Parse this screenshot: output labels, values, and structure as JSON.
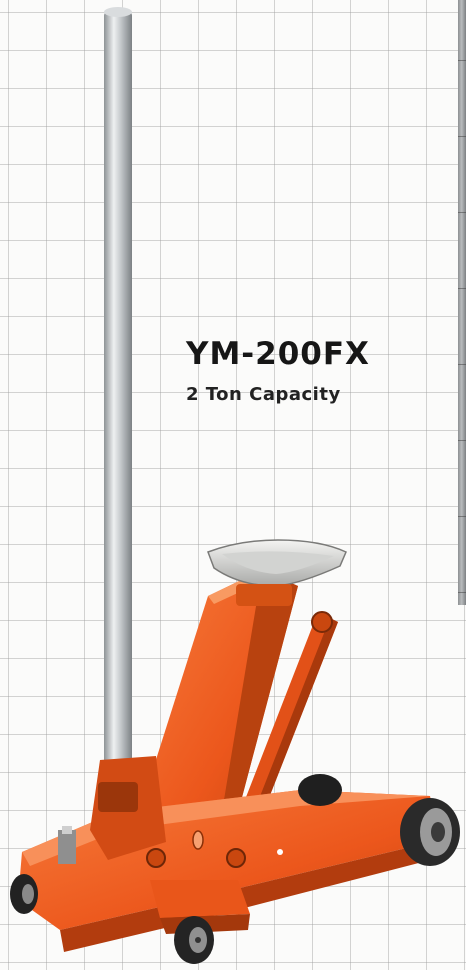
{
  "product": {
    "model": "YM-200FX",
    "capacity": "2 Ton Capacity"
  },
  "colors": {
    "background": "#fbfbfa",
    "grid": "#a0a0a0",
    "jack_body": "#ee5a1f",
    "jack_shadow": "#b33d10",
    "handle": "#c9cdd0",
    "saddle": "#e6e6e4",
    "wheel": "#2a2a2a"
  },
  "icons": {
    "jack": "floor-jack-illustration"
  }
}
